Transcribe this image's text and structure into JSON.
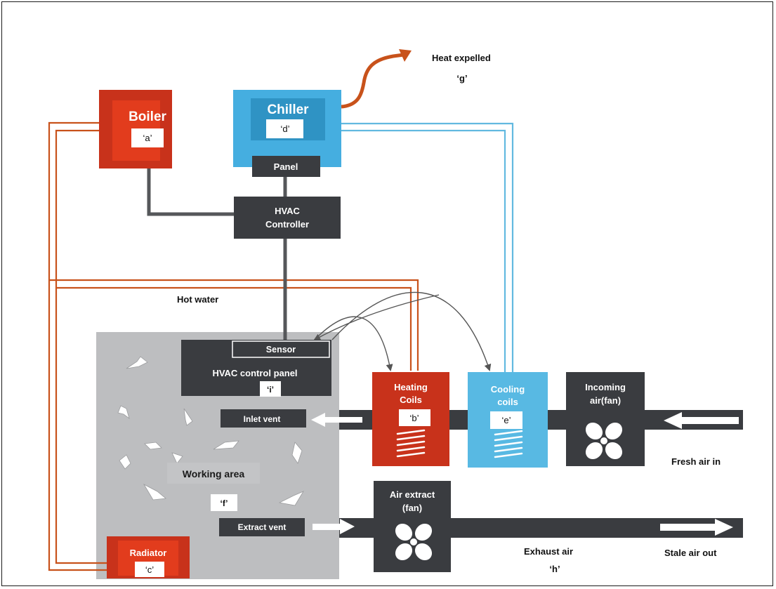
{
  "colors": {
    "boiler": "#c8321b",
    "boiler_inner": "#e23c1d",
    "chiller": "#45aee0",
    "chiller_inner": "#2f93c4",
    "cooling": "#58b9e3",
    "dark": "#3a3c40",
    "area": "#bdbec0",
    "pipe_hot": "#c8521b",
    "pipe_cold": "#62b9e0",
    "wire": "#55575a"
  },
  "components": {
    "boiler": {
      "title": "Boiler",
      "tag": "‘a’"
    },
    "chiller": {
      "title": "Chiller",
      "tag": "‘d’"
    },
    "panel": {
      "title": "Panel"
    },
    "controller": {
      "line1": "HVAC",
      "line2": "Controller"
    },
    "heat_expelled": {
      "title": "Heat expelled",
      "tag": "‘g’"
    },
    "hot_water": {
      "title": "Hot water"
    },
    "sensor": {
      "title": "Sensor"
    },
    "control_panel": {
      "title": "HVAC control panel",
      "tag": "‘i’"
    },
    "heating_coils": {
      "line1": "Heating",
      "line2": "Coils",
      "tag": "‘b’"
    },
    "cooling_coils": {
      "line1": "Cooling",
      "line2": "coils",
      "tag": "‘e’"
    },
    "incoming_air": {
      "line1": "Incoming",
      "line2": "air(fan)"
    },
    "fresh_air": {
      "title": "Fresh air in"
    },
    "inlet_vent": {
      "title": "Inlet vent"
    },
    "working_area": {
      "title": "Working area",
      "tag": "‘f’"
    },
    "air_extract": {
      "line1": "Air extract",
      "line2": "(fan)"
    },
    "extract_vent": {
      "title": "Extract vent"
    },
    "radiator": {
      "title": "Radiator",
      "tag": "‘c’"
    },
    "exhaust_air": {
      "title": "Exhaust air",
      "tag": "‘h’"
    },
    "stale_air": {
      "title": "Stale air out"
    }
  }
}
